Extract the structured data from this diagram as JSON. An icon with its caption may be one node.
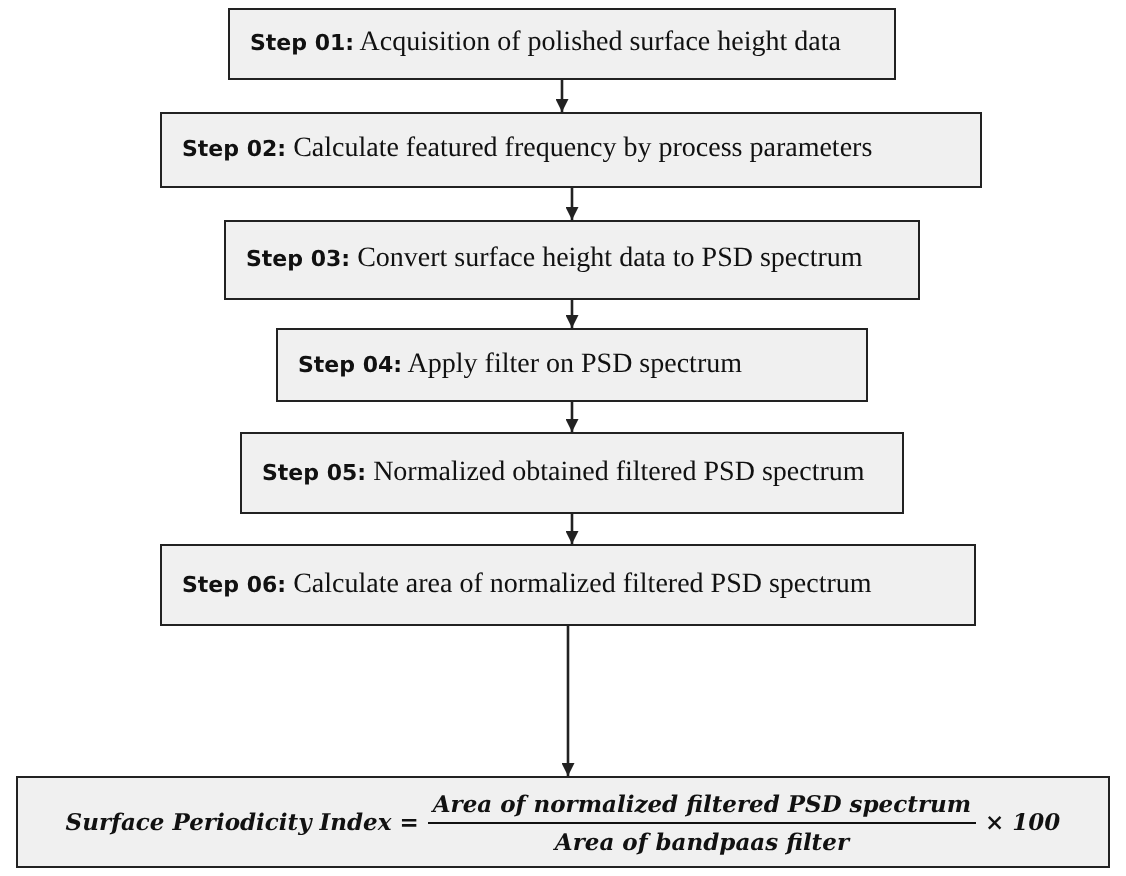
{
  "diagram": {
    "nodes": [
      {
        "text": [
          "**Step 01:** Acquisition of polished surface height data"
        ]
      },
      {
        "text": [
          "**Step 02:** Calculate featured frequency by process parameters"
        ]
      },
      {
        "text": [
          "**Step 03:**  Convert surface height data to PSD spectrum"
        ]
      },
      {
        "text": [
          "**Step 04:**  Apply filter on PSD spectrum"
        ]
      },
      {
        "text": [
          "**Step 05:**  Normalized obtained filtered PSD spectrum"
        ]
      },
      {
        "text": [
          "**Step 06:**  Calculate area of normalized filtered PSD spectrum"
        ]
      },
      {
        "text": [
          "Surface Periodicity Index =",
          "Area of normalized filtered PSD spectrum",
          "Area of bandpaas filter",
          "× 100"
        ]
      }
    ],
    "edges": [
      {
        "from": 0,
        "to": 1,
        "arrow": "to"
      },
      {
        "from": 1,
        "to": 2,
        "arrow": "to"
      },
      {
        "from": 2,
        "to": 3,
        "arrow": "to"
      },
      {
        "from": 3,
        "to": 4,
        "arrow": "to"
      },
      {
        "from": 4,
        "to": 5,
        "arrow": "to"
      },
      {
        "from": 5,
        "to": 6,
        "arrow": "to"
      }
    ]
  }
}
